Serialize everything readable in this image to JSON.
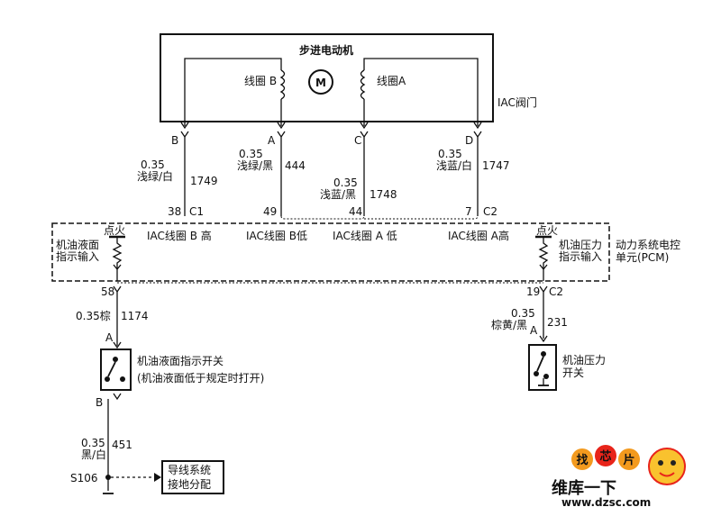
{
  "iac_valve": {
    "motor_title": "步进电动机",
    "coil_b": "线圈 B",
    "coil_a": "线圈A",
    "motor_symbol": "M",
    "valve_label": "IAC阀门",
    "pin_b": "B",
    "pin_a": "A",
    "pin_c": "C",
    "pin_d": "D"
  },
  "wires": {
    "w1749_gauge": "0.35",
    "w1749_color": "浅绿/白",
    "w1749_num": "1749",
    "w444_gauge": "0.35",
    "w444_color": "浅绿/黑",
    "w444_num": "444",
    "w1748_gauge": "0.35",
    "w1748_color": "浅蓝/黑",
    "w1748_num": "1748",
    "w1747_gauge": "0.35",
    "w1747_color": "浅蓝/白",
    "w1747_num": "1747",
    "w1174_spec": "0.35棕",
    "w1174_num": "1174",
    "w231_gauge": "0.35",
    "w231_color": "棕黄/黑",
    "w231_num": "231",
    "w451_gauge": "0.35",
    "w451_color": "黑/白",
    "w451_num": "451"
  },
  "pcm": {
    "pin38": "38",
    "c1_top": "C1",
    "pin49": "49",
    "pin44": "44",
    "pin7": "7",
    "c2_top": "C2",
    "label_coil_b_high": "IAC线圈 B 高",
    "label_coil_b_low": "IAC线圈 B低",
    "label_coil_a_low": "IAC线圈 A 低",
    "label_coil_a_high": "IAC线圈 A高",
    "ignition_left": "点火",
    "ignition_right": "点火",
    "oil_level_in_1": "机油液面",
    "oil_level_in_2": "指示输入",
    "oil_press_in_1": "机油压力",
    "oil_press_in_2": "指示输入",
    "pcm_name_1": "动力系统电控",
    "pcm_name_2": "单元(PCM)",
    "pin58": "58",
    "pin19": "19",
    "c2_bottom": "C2"
  },
  "switches": {
    "level_pin_a": "A",
    "level_pin_b": "B",
    "level_name_1": "机油液面指示开关",
    "level_name_2": "(机油液面低于规定时打开)",
    "press_pin_a": "A",
    "press_name_1": "机油压力",
    "press_name_2": "开关"
  },
  "ground": {
    "splice": "S106",
    "ref_1": "导线系统",
    "ref_2": "接地分配"
  },
  "watermark": {
    "badge_1": "找",
    "badge_2": "芯",
    "badge_3": "片",
    "brand": "维库一下",
    "url": "www.dzsc.com"
  },
  "colors": {
    "line": "#111111",
    "watermark_red": "#e8241a",
    "watermark_orange": "#f39a1e",
    "watermark_blue": "#1f4fa8"
  }
}
